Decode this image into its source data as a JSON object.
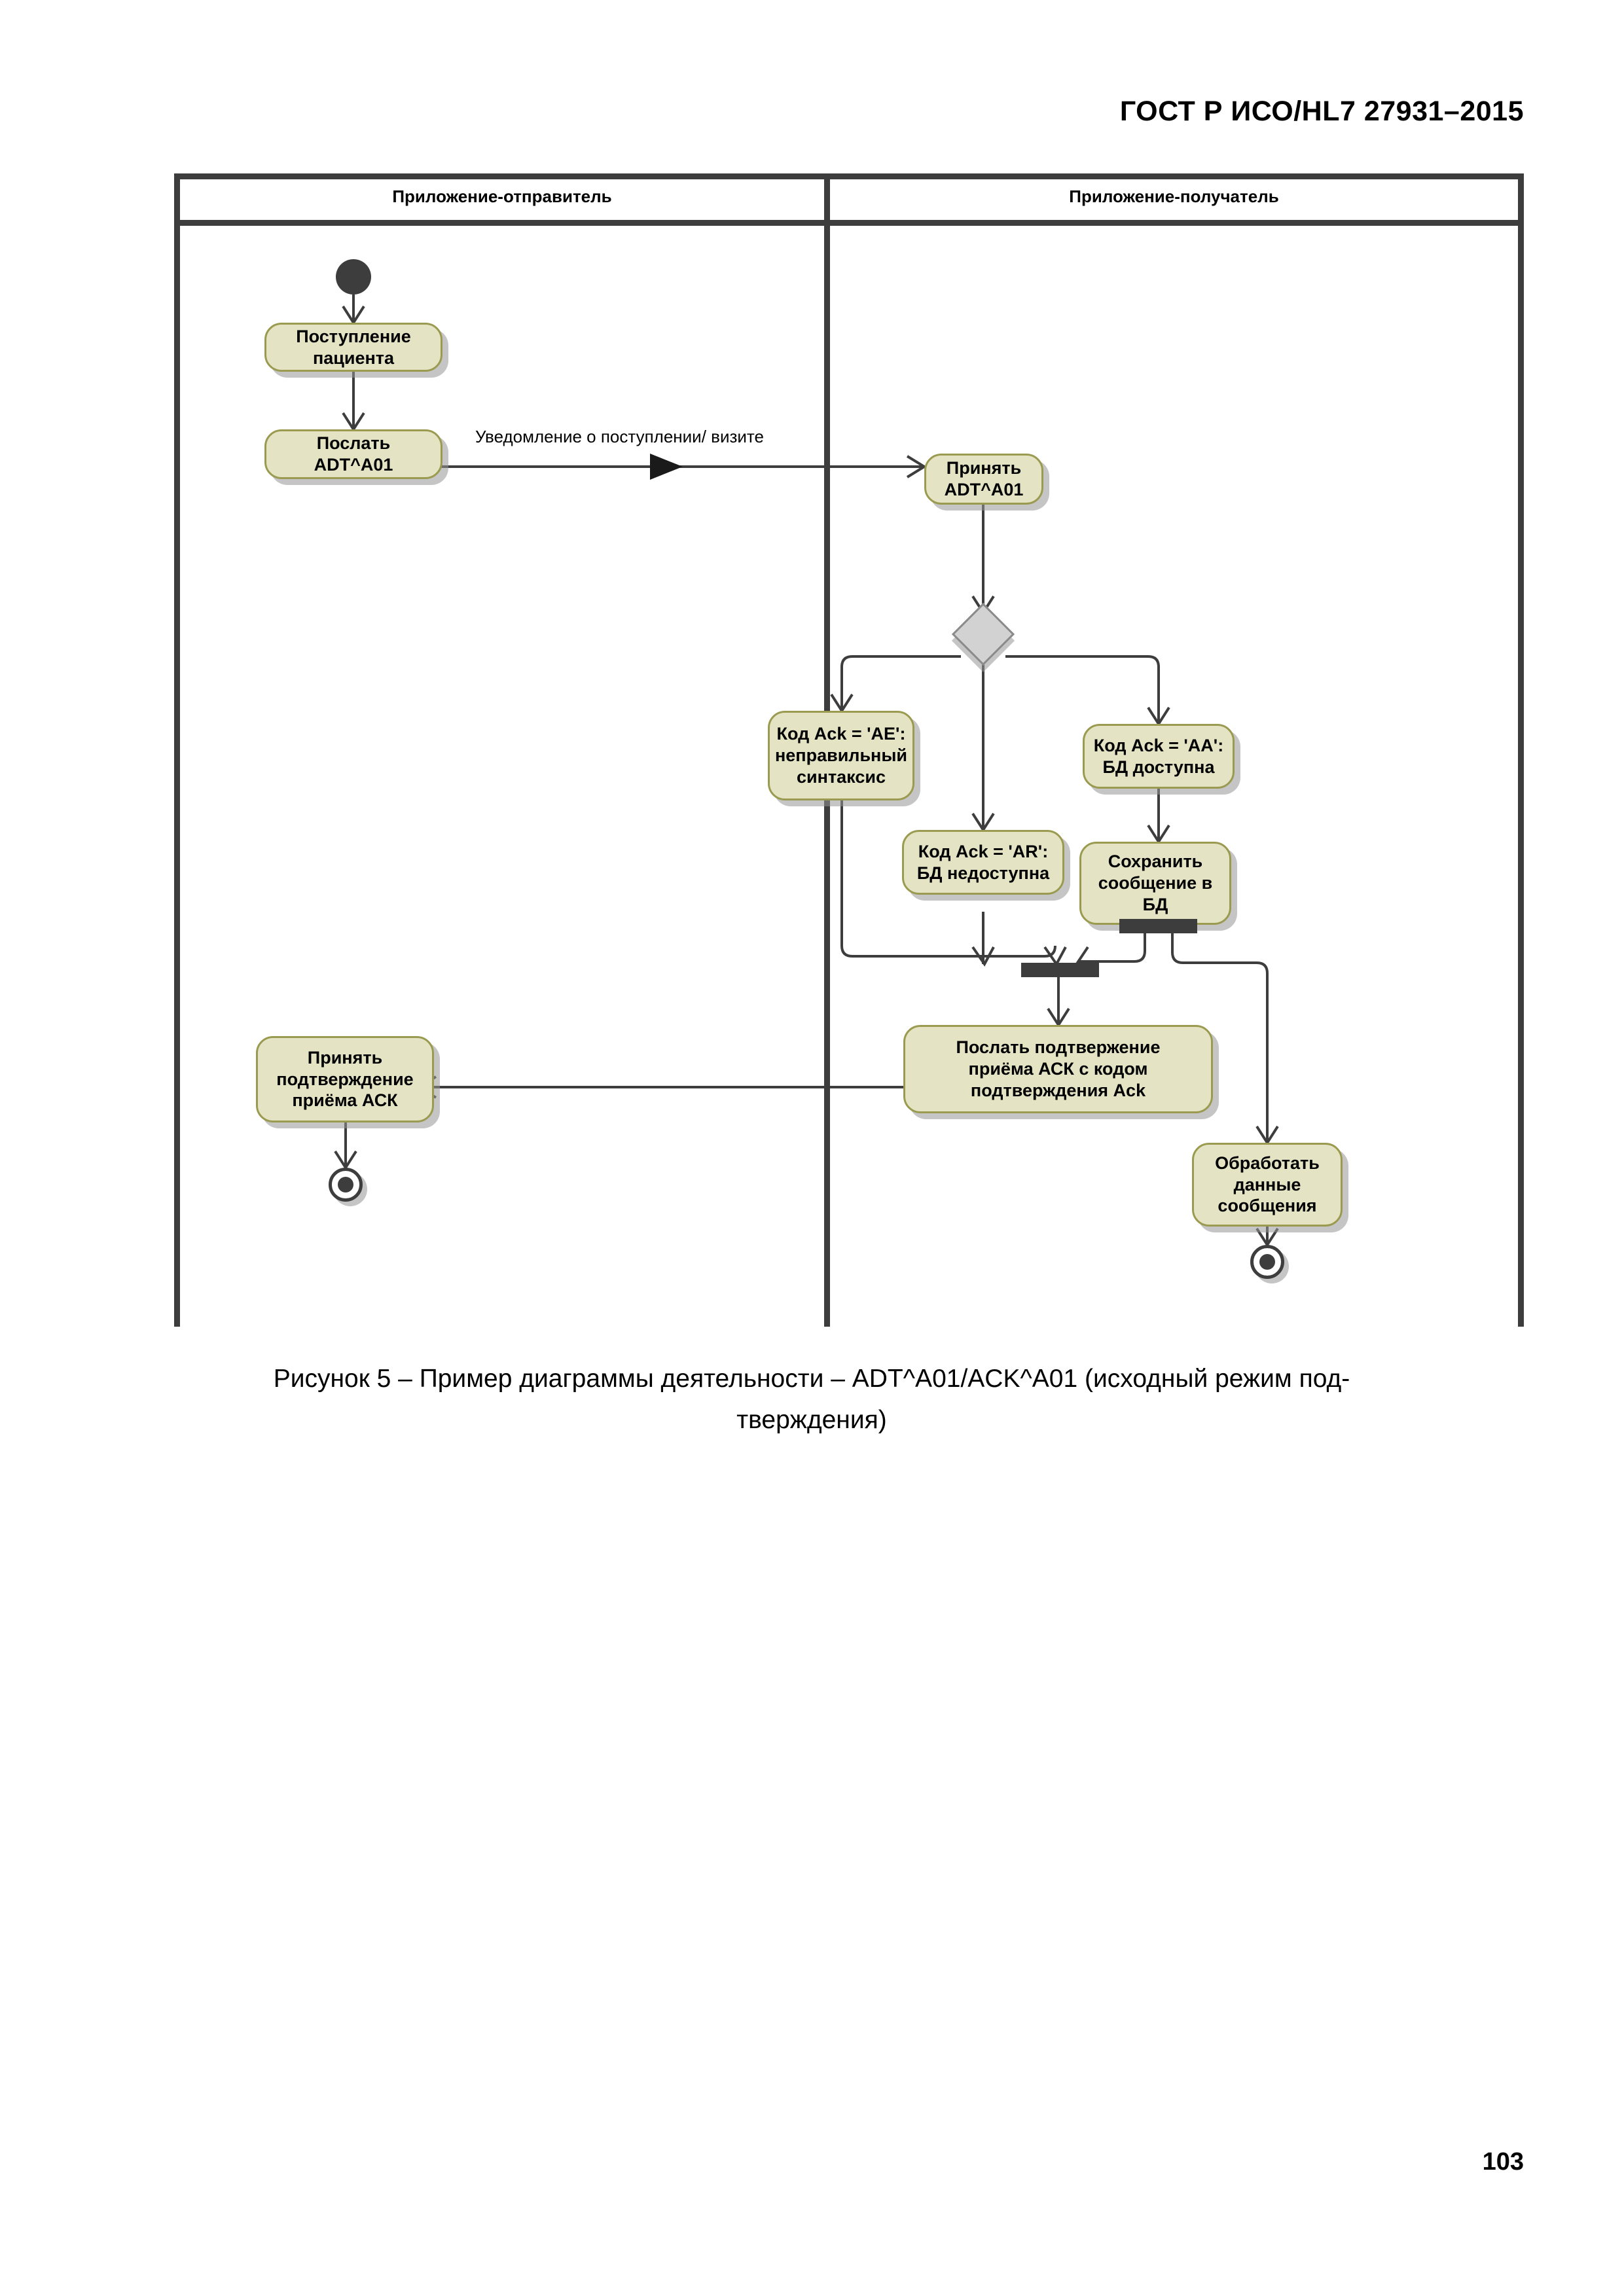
{
  "page": {
    "header": "ГОСТ Р ИСО/HL7 27931–2015",
    "number": "103"
  },
  "diagram": {
    "lanes": [
      {
        "title": "Приложение-отправитель"
      },
      {
        "title": "Приложение-получатель"
      }
    ],
    "nodes": [
      {
        "id": "patient-admission",
        "label": "Поступление\nпациента"
      },
      {
        "id": "send-adt",
        "label": "Послать\nADT^A01"
      },
      {
        "id": "receive-adt",
        "label": "Принять\nADT^A01"
      },
      {
        "id": "ack-ae",
        "label": "Код Ack = 'AE':\nнеправильный\nсинтаксис"
      },
      {
        "id": "ack-aa",
        "label": "Код Ack = 'AA':\nБД доступна"
      },
      {
        "id": "ack-ar",
        "label": "Код Ack = 'AR':\nБД недоступна"
      },
      {
        "id": "save-message",
        "label": "Сохранить\nсообщение в\nБД"
      },
      {
        "id": "send-ack",
        "label": "Послать подтвержение\nприёма АСК с кодом\nподтверждения Ack"
      },
      {
        "id": "receive-ack",
        "label": "Принять\nподтверждение\nприёма АСК"
      },
      {
        "id": "process-data",
        "label": "Обработать\nданные\nсообщения"
      }
    ],
    "flow_labels": [
      {
        "id": "notification",
        "text": "Уведомление о поступлении/ визите"
      }
    ]
  },
  "caption": {
    "line1": "Рисунок 5 – Пример диаграммы деятельности – ADT^A01/ACK^A01 (исходный режим под-",
    "line2": "тверждения)"
  },
  "colors": {
    "node_fill": "#e4e4c4",
    "node_border": "#9a9a50",
    "line": "#3d3d3d",
    "decision_fill": "#d2d2d2"
  }
}
